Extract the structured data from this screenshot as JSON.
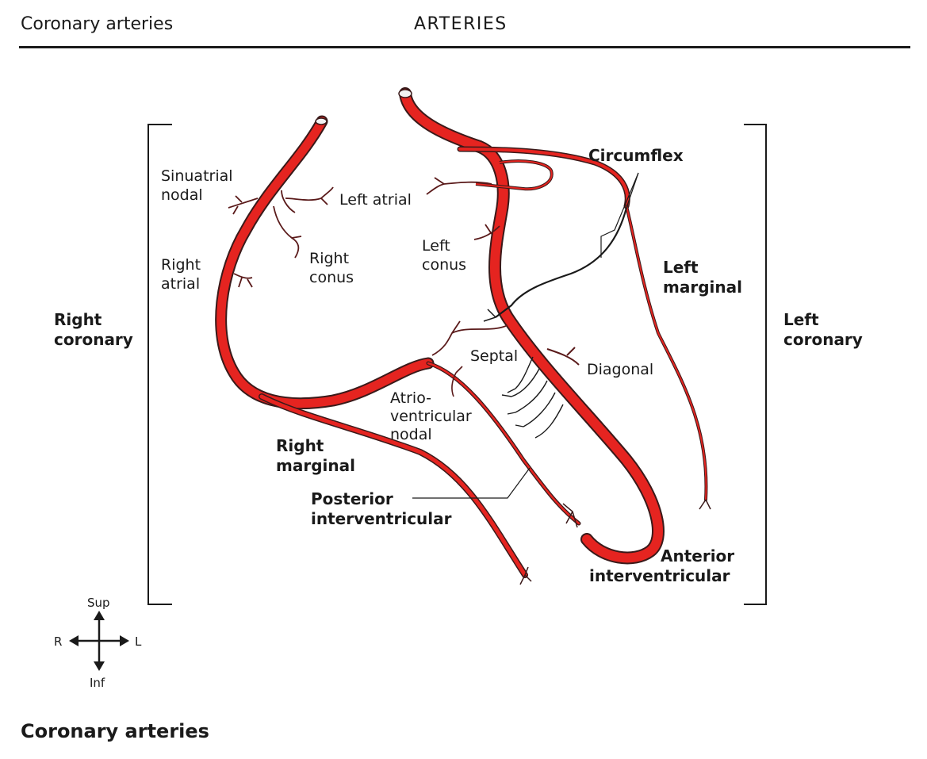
{
  "header": {
    "running_head": "Coronary arteries",
    "section": "ARTERIES"
  },
  "colors": {
    "artery": "#e52420",
    "outline": "#3a1a1a",
    "text": "#1a1a1a"
  },
  "labels": {
    "sinuatrial_1": "Sinuatrial",
    "sinuatrial_2": "nodal",
    "left_atrial": "Left atrial",
    "right_atrial_1": "Right",
    "right_atrial_2": "atrial",
    "right_conus_1": "Right",
    "right_conus_2": "conus",
    "left_conus_1": "Left",
    "left_conus_2": "conus",
    "circumflex": "Circumflex",
    "left_marginal_1": "Left",
    "left_marginal_2": "marginal",
    "right_coronary_1": "Right",
    "right_coronary_2": "coronary",
    "left_coronary_1": "Left",
    "left_coronary_2": "coronary",
    "septal": "Septal",
    "diagonal": "Diagonal",
    "av_nodal_1": "Atrio-",
    "av_nodal_2": "ventricular",
    "av_nodal_3": "nodal",
    "right_marginal_1": "Right",
    "right_marginal_2": "marginal",
    "posterior_iv_1": "Posterior",
    "posterior_iv_2": "interventricular",
    "anterior_iv_1": "Anterior",
    "anterior_iv_2": "interventricular"
  },
  "orientation": {
    "sup": "Sup",
    "inf": "Inf",
    "right": "R",
    "left": "L"
  },
  "caption": "Coronary arteries"
}
